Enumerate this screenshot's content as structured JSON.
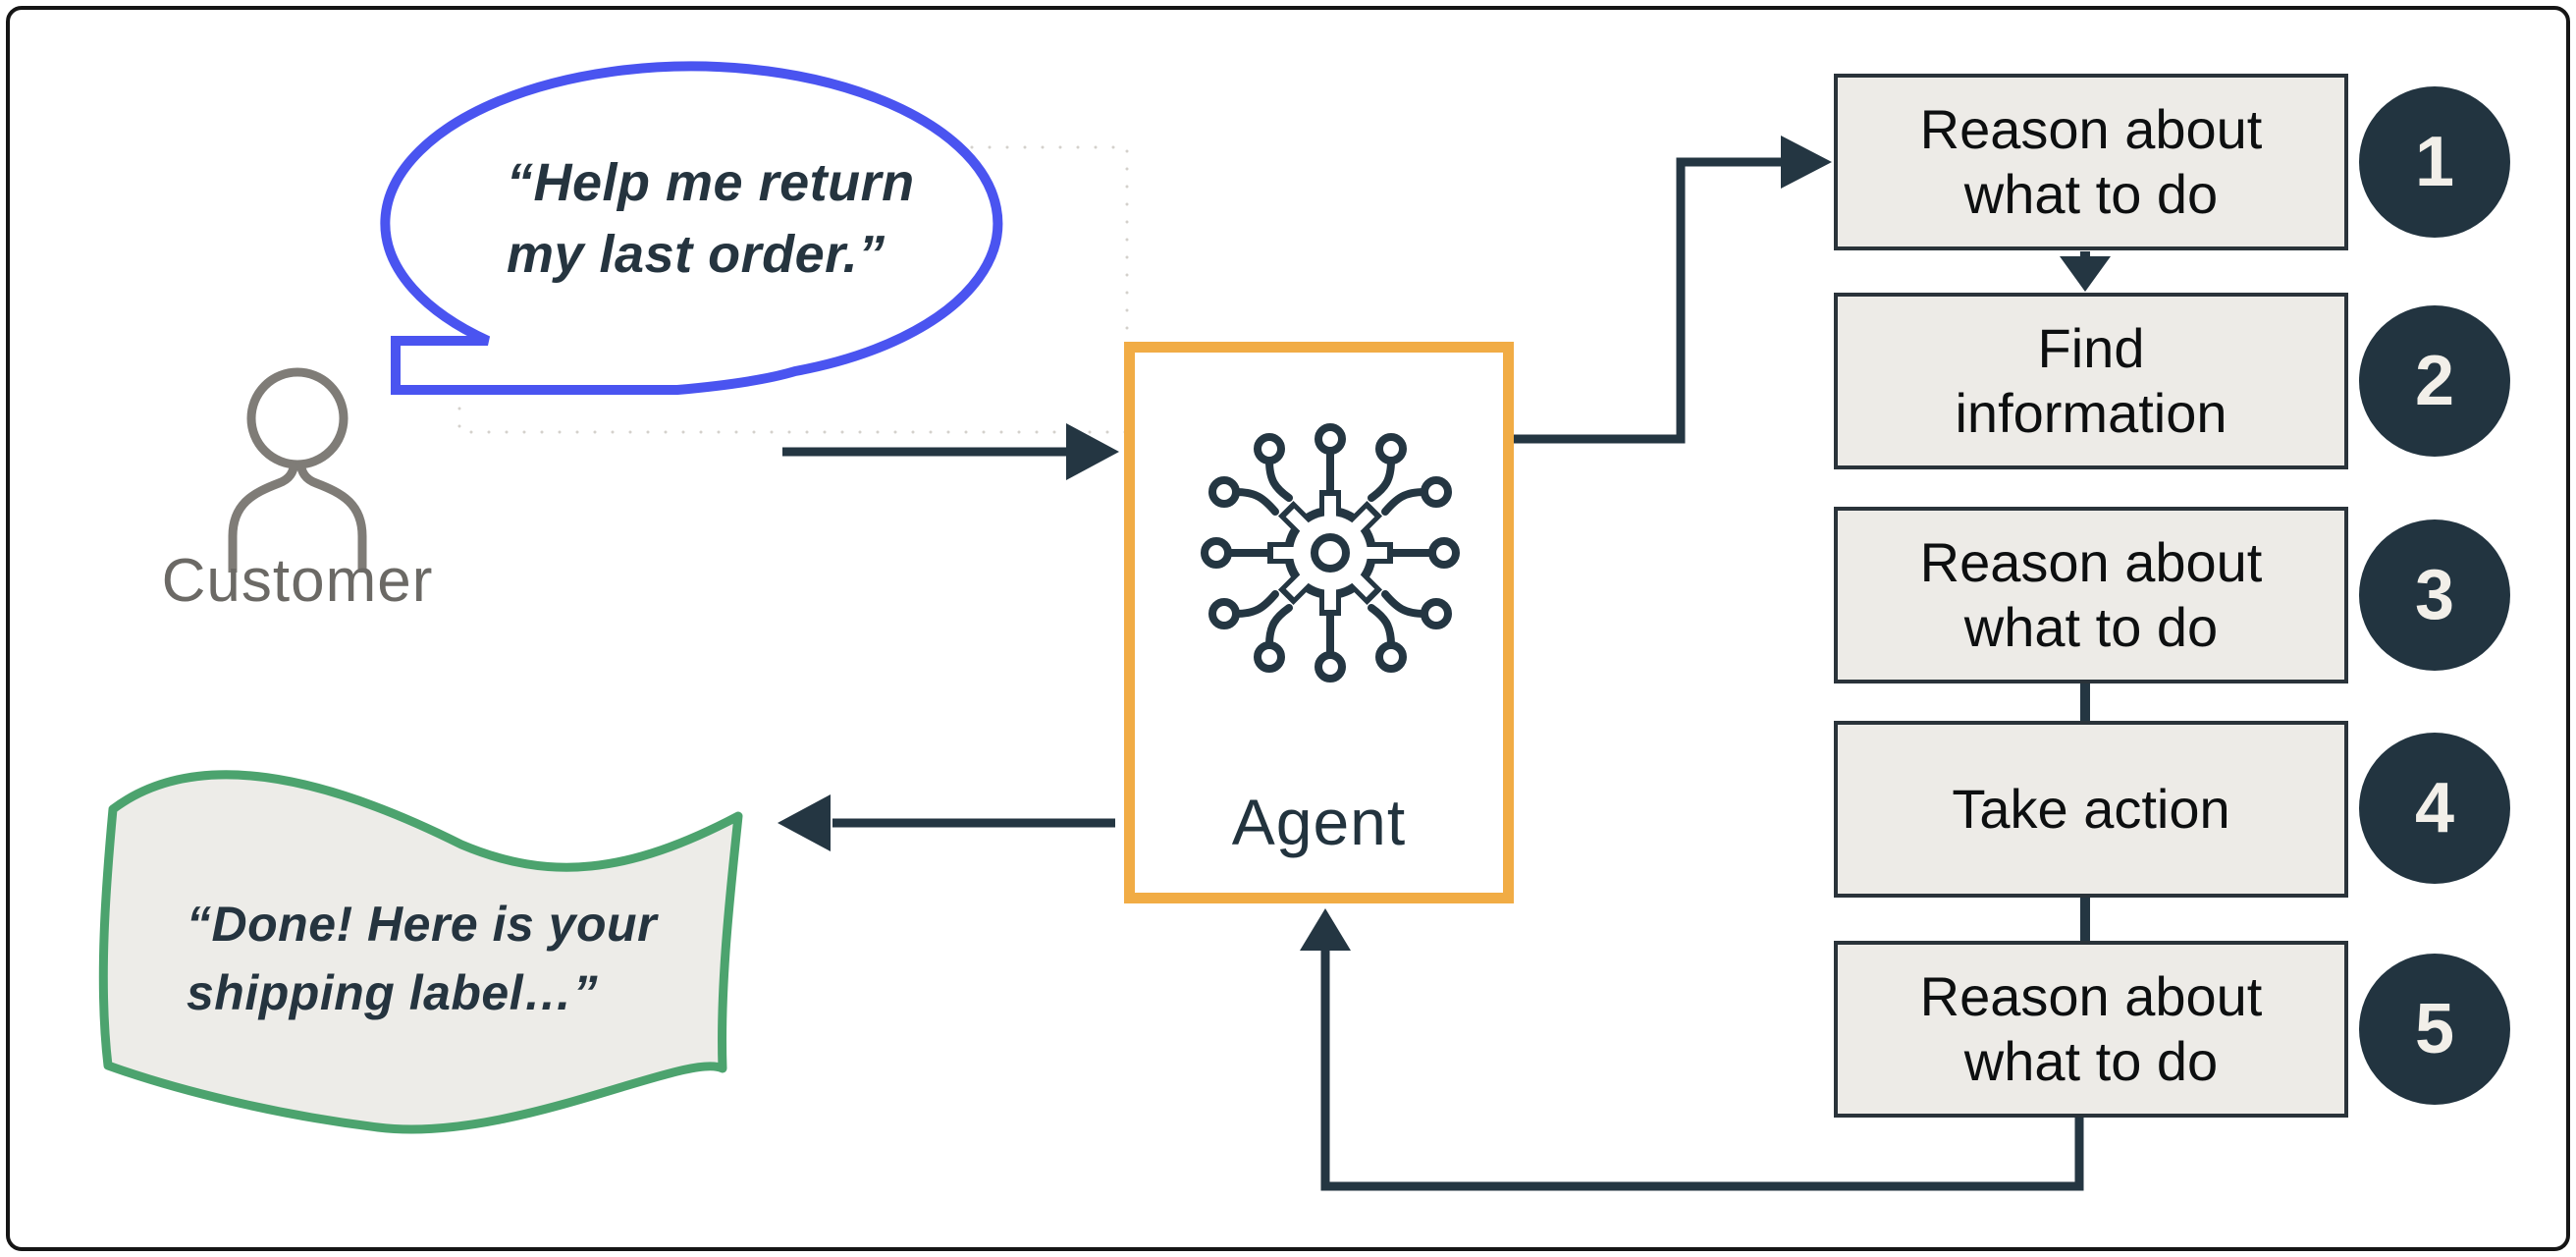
{
  "bubble": {
    "line1": "“Help me return",
    "line2": "my last order.”"
  },
  "customer": {
    "label": "Customer"
  },
  "agent": {
    "label": "Agent"
  },
  "steps": [
    {
      "number": "1",
      "line1": "Reason about",
      "line2": "what to do"
    },
    {
      "number": "2",
      "line1": "Find",
      "line2": "information"
    },
    {
      "number": "3",
      "line1": "Reason about",
      "line2": "what to do"
    },
    {
      "number": "4",
      "line1": "Take action",
      "line2": ""
    },
    {
      "number": "5",
      "line1": "Reason about",
      "line2": "what to do"
    }
  ],
  "banner": {
    "line1": "“Done! Here is your",
    "line2": "shipping label…”"
  },
  "icons": {
    "customer": "person-outline-icon",
    "agent": "gear-circuit-chip-icon"
  },
  "colors": {
    "arrow_dark": "#243642",
    "step_fill": "#edebe7",
    "step_border": "#2a333a",
    "number_circle": "#223440",
    "number_text": "#f2efe9",
    "agent_border_orange": "#f1ac45",
    "bubble_blue": "#4a54f0",
    "banner_green": "#4ca36e",
    "banner_fill": "#edece8",
    "customer_gray": "#7f7c77",
    "quote_text": "#25343f"
  }
}
